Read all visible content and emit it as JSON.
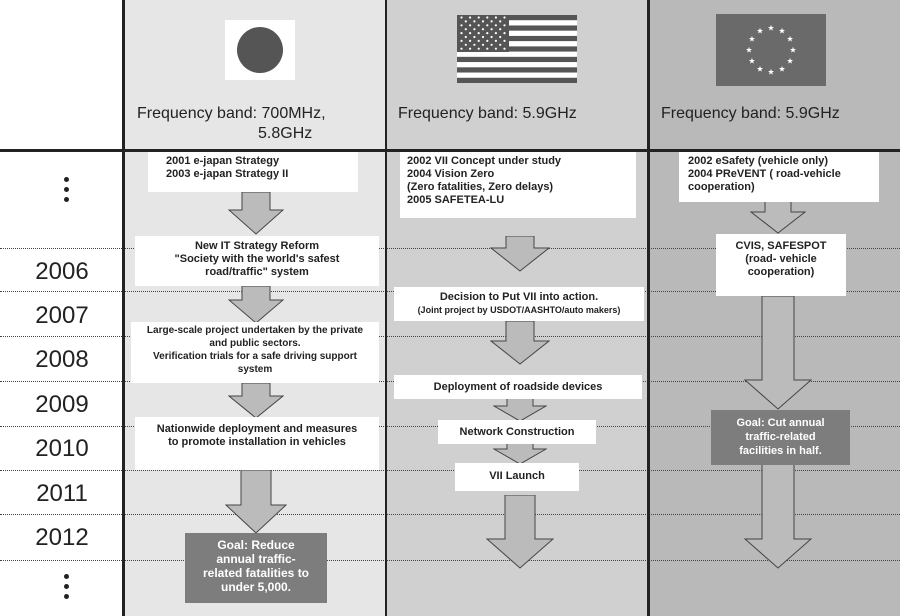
{
  "header": {
    "japan_freq": [
      "Frequency band: 700MHz,",
      "5.8GHz"
    ],
    "us_freq": "Frequency band: 5.9GHz",
    "eu_freq": "Frequency band: 5.9GHz"
  },
  "years": [
    "2006",
    "2007",
    "2008",
    "2009",
    "2010",
    "2011",
    "2012"
  ],
  "japan": {
    "box1": [
      "2001 e-japan Strategy",
      "2003 e-japan Strategy II"
    ],
    "box2": [
      "New IT Strategy Reform",
      "\"Society with the world's safest",
      "road/traffic\" system"
    ],
    "box3": [
      "Large-scale project undertaken by the private",
      "and public sectors.",
      "Verification trials for a safe driving support",
      "system"
    ],
    "box4": [
      "Nationwide deployment and measures",
      "to promote installation in vehicles"
    ],
    "goal": [
      "Goal: Reduce",
      "annual traffic-",
      "related fatalities to",
      "under 5,000."
    ]
  },
  "us": {
    "box1": [
      "2002 VII Concept under study",
      "2004 Vision Zero",
      "(Zero fatalities, Zero delays)",
      "2005 SAFETEA-LU"
    ],
    "box2": [
      "Decision to Put VII  into action."
    ],
    "box2_sub": "(Joint project by USDOT/AASHTO/auto makers)",
    "box3": "Deployment of roadside devices",
    "box4": "Network Construction",
    "box5": "VII Launch"
  },
  "eu": {
    "box1": [
      "2002 eSafety (vehicle only)",
      "2004 PReVENT ( road-vehicle",
      "cooperation)"
    ],
    "box2": [
      "CVIS, SAFESPOT",
      "(road- vehicle",
      "cooperation)"
    ],
    "goal": [
      "Goal: Cut annual",
      "traffic-related",
      "facilities in half."
    ]
  },
  "icons": {
    "japan": "japan-flag-icon",
    "us": "us-flag-icon",
    "eu": "eu-flag-icon",
    "arrow": "down-arrow-icon"
  },
  "colors": {
    "japan_column": "#e6e6e6",
    "us_column": "#d0d0d0",
    "eu_column": "#b9b9b9",
    "goal_box": "#7d7d7d"
  }
}
